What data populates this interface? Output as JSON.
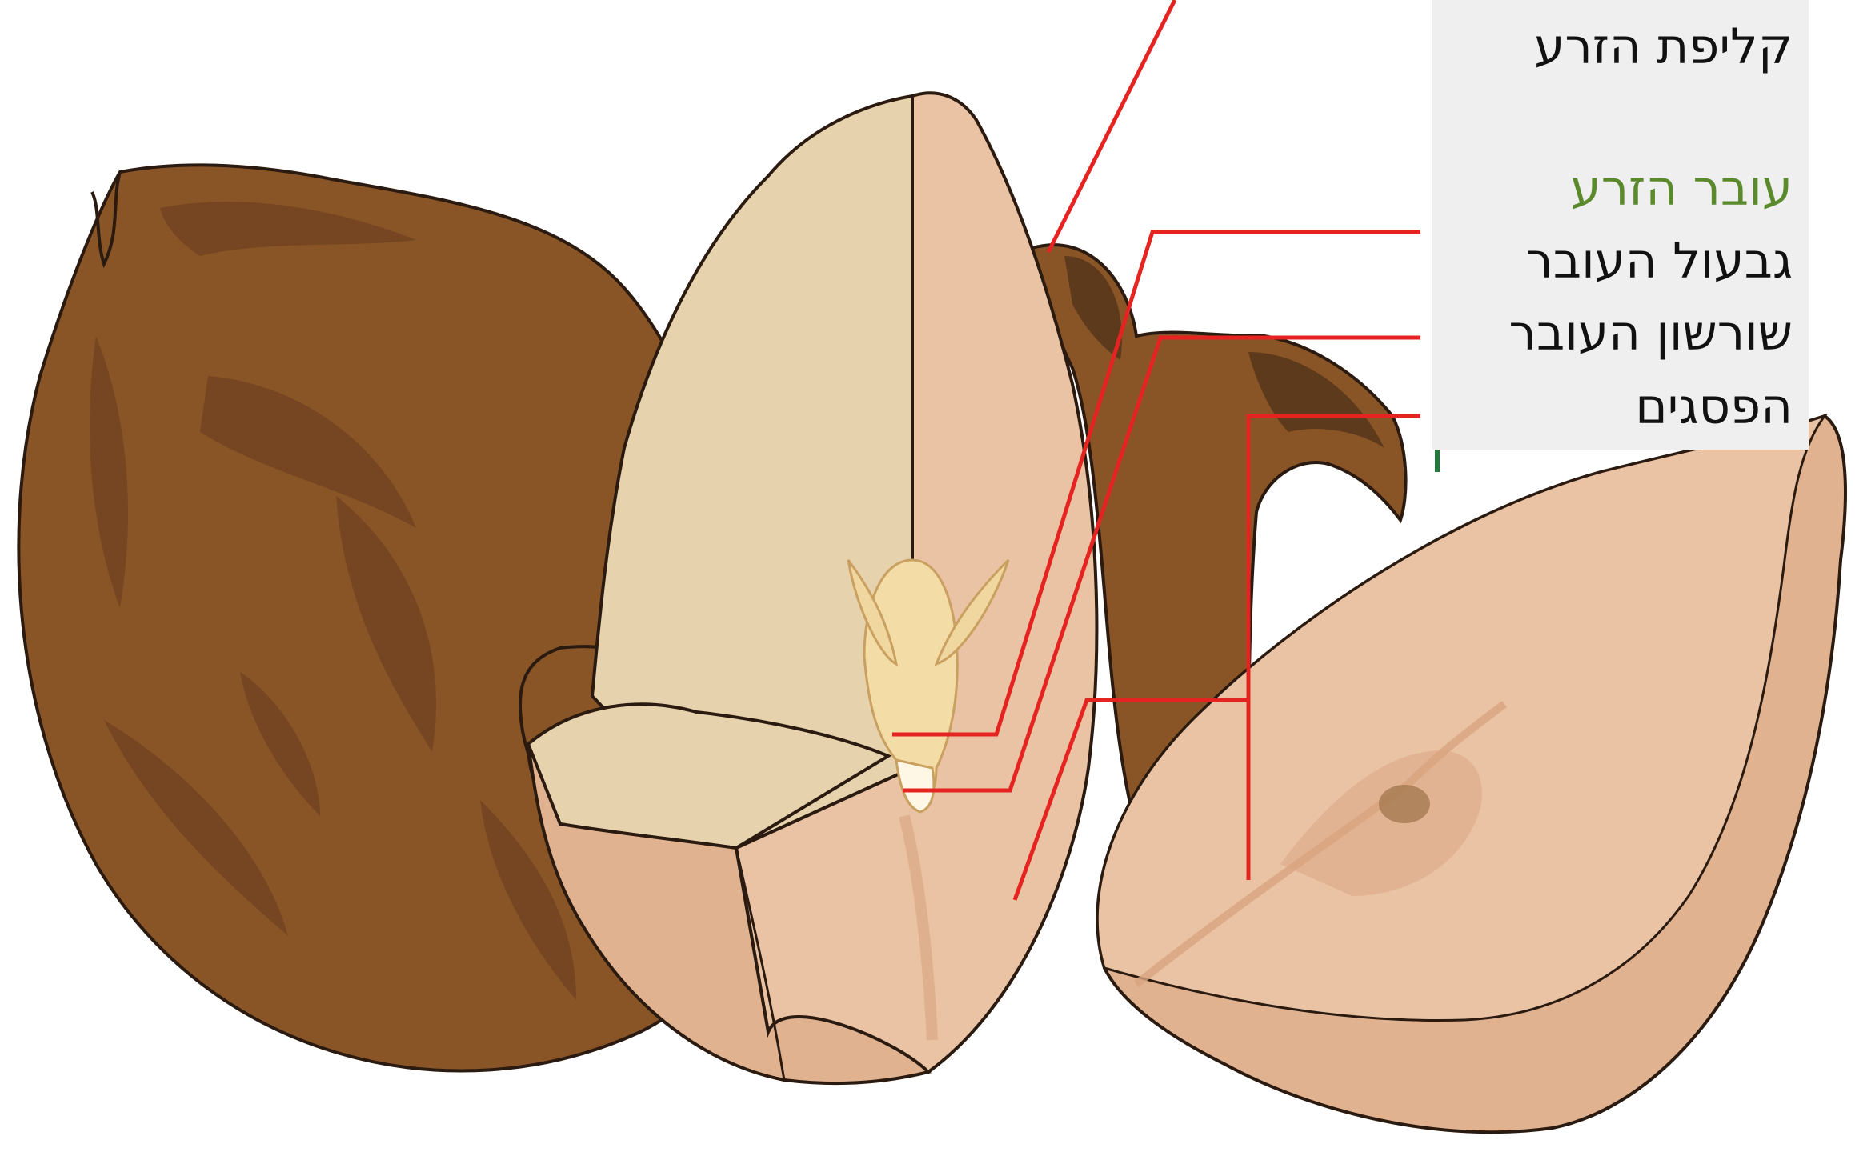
{
  "labels": {
    "seed_coat": "קליפת הזרע",
    "embryo": "עובר הזרע",
    "plumule": "גבעול העובר",
    "radicle": "שורשון העובר",
    "cotyledons": "הפסגים"
  },
  "colors": {
    "leader_line": "#e52421",
    "embryo_label": "#5a8a2c",
    "label_text": "#111111",
    "label_panel": "#efefef",
    "seed_coat": "#8a5526",
    "seed_coat_dark": "#6e4220",
    "cotyledon_light": "#e6d2ad",
    "cotyledon_flesh": "#e9c3a4",
    "cotyledon_flesh_dark": "#e0b290",
    "embryo_fill": "#f3dca6"
  }
}
